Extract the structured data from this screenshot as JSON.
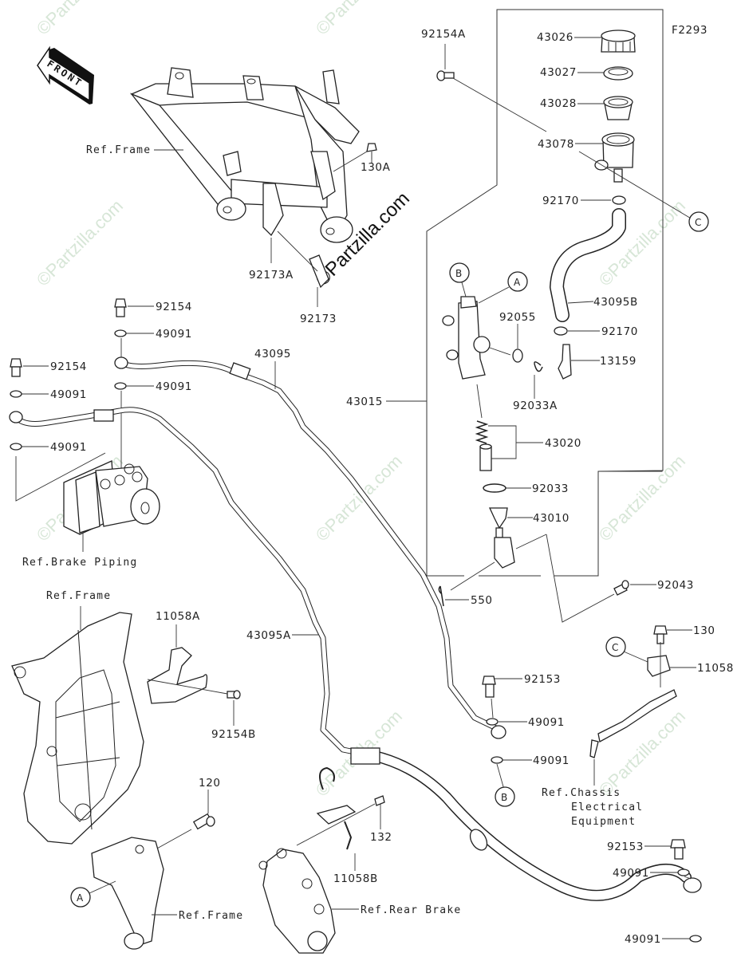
{
  "diagram": {
    "figure_code": "F2293",
    "front_arrow_label": "FRONT",
    "watermark": "©Partzilla.com",
    "part_labels": {
      "p92154A": "92154A",
      "p43026": "43026",
      "p43027": "43027",
      "p43028": "43028",
      "p43078": "43078",
      "p92170a": "92170",
      "p43095B": "43095B",
      "p92170b": "92170",
      "p13159": "13159",
      "p92055": "92055",
      "p92033A": "92033A",
      "p43015": "43015",
      "p43020": "43020",
      "p92033": "92033",
      "p43010": "43010",
      "p92043": "92043",
      "p550": "550",
      "p130A": "130A",
      "p92173A": "92173A",
      "p92173": "92173",
      "p92154a": "92154",
      "p49091a": "49091",
      "p43095": "43095",
      "p92154b": "92154",
      "p49091b": "49091",
      "p49091c": "49091",
      "p49091d": "49091",
      "p11058A": "11058A",
      "p92154B": "92154B",
      "p43095A": "43095A",
      "p120": "120",
      "p132": "132",
      "p11058B": "11058B",
      "p92153a": "92153",
      "p49091e": "49091",
      "p49091f": "49091",
      "p130": "130",
      "p11058": "11058",
      "p92153b": "92153",
      "p49091g": "49091",
      "p49091h": "49091"
    },
    "reference_labels": {
      "ref_frame_top": "Ref.Frame",
      "ref_brake_piping": "Ref.Brake Piping",
      "ref_frame_mid": "Ref.Frame",
      "ref_frame_bottom": "Ref.Frame",
      "ref_rear_brake": "Ref.Rear Brake",
      "ref_chassis_1": "Ref.Chassis",
      "ref_chassis_2": "Electrical",
      "ref_chassis_3": "Equipment"
    },
    "callouts": {
      "A_top": "A",
      "B_top": "B",
      "C_top": "C",
      "A_bottom": "A",
      "B_bottom": "B",
      "C_bottom": "C"
    }
  }
}
